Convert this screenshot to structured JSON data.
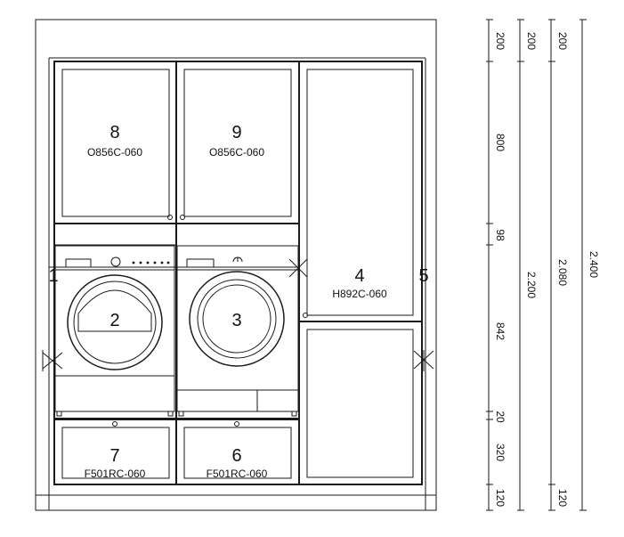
{
  "units": [
    {
      "num": "8",
      "code": "O856C-060"
    },
    {
      "num": "9",
      "code": "O856C-060"
    },
    {
      "num": "4",
      "code": "H892C-060"
    },
    {
      "num": "2",
      "code": ""
    },
    {
      "num": "3",
      "code": ""
    },
    {
      "num": "7",
      "code": "F501RC-060"
    },
    {
      "num": "6",
      "code": "F501RC-060"
    }
  ],
  "side_labels": {
    "left": "1",
    "right": "5"
  },
  "dimensions": {
    "col1": [
      "200",
      "800",
      "98",
      "842",
      "20",
      "320",
      "120"
    ],
    "col2": [
      "200",
      "2.200"
    ],
    "col3": [
      "200",
      "2.080",
      "120"
    ],
    "col4": [
      "2.400"
    ]
  }
}
